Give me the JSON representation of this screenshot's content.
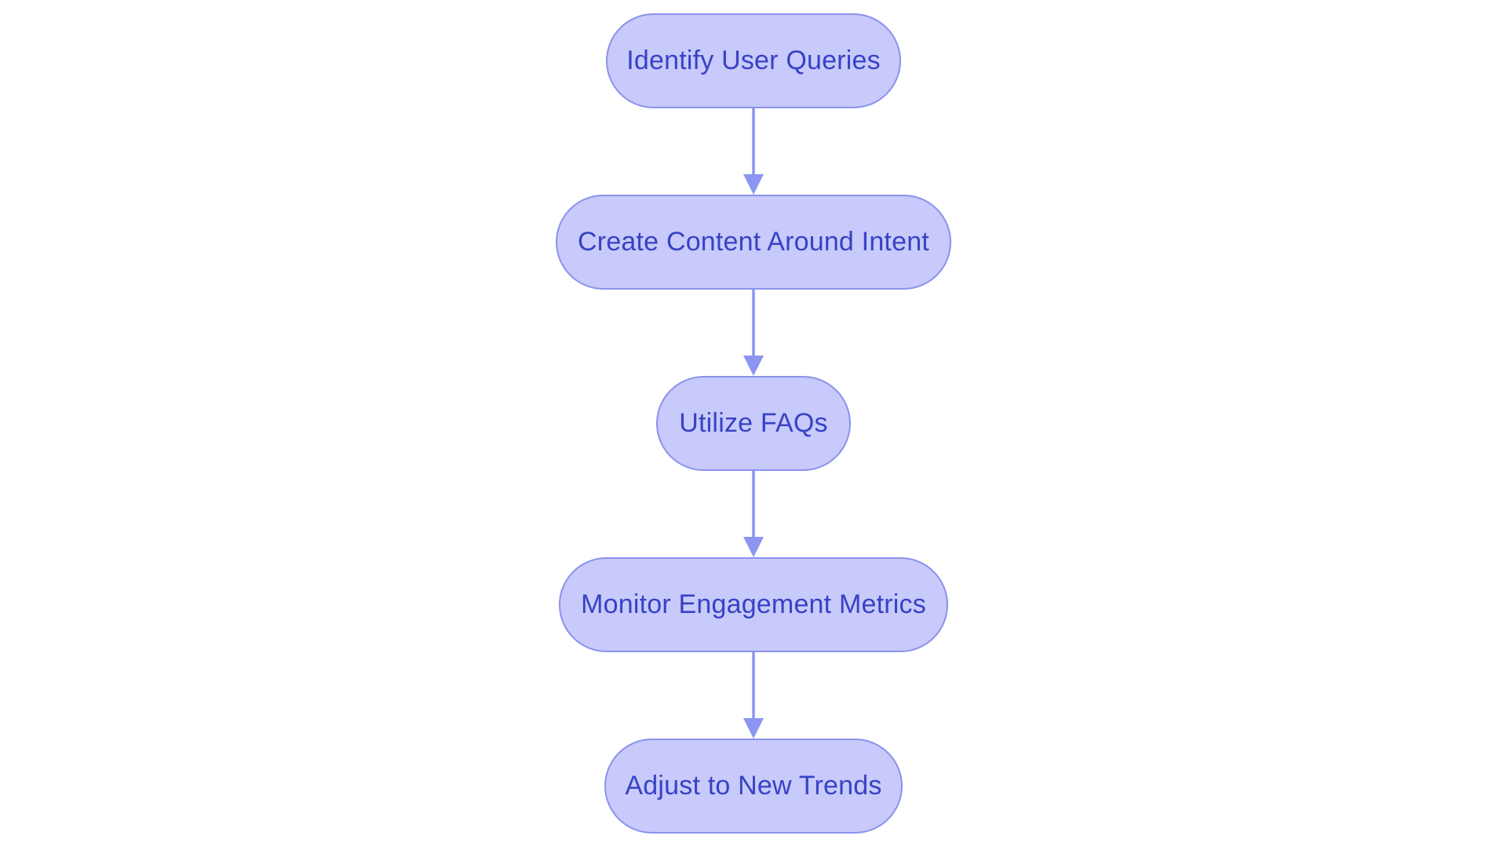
{
  "flowchart": {
    "type": "flowchart",
    "direction": "top-down",
    "nodes": [
      {
        "id": "n1",
        "label": "Identify User Queries"
      },
      {
        "id": "n2",
        "label": "Create Content Around Intent"
      },
      {
        "id": "n3",
        "label": "Utilize FAQs"
      },
      {
        "id": "n4",
        "label": "Monitor Engagement Metrics"
      },
      {
        "id": "n5",
        "label": "Adjust to New Trends"
      }
    ],
    "edges": [
      {
        "from": "n1",
        "to": "n2",
        "style": "arrow-down"
      },
      {
        "from": "n2",
        "to": "n3",
        "style": "arrow-down"
      },
      {
        "from": "n3",
        "to": "n4",
        "style": "arrow-down"
      },
      {
        "from": "n4",
        "to": "n5",
        "style": "arrow-down"
      }
    ],
    "colors": {
      "background": "#ffffff",
      "node_fill": "#c7cafa",
      "node_border": "#8b92ec",
      "node_text": "#3842c4",
      "arrow": "#8c96f0"
    }
  }
}
